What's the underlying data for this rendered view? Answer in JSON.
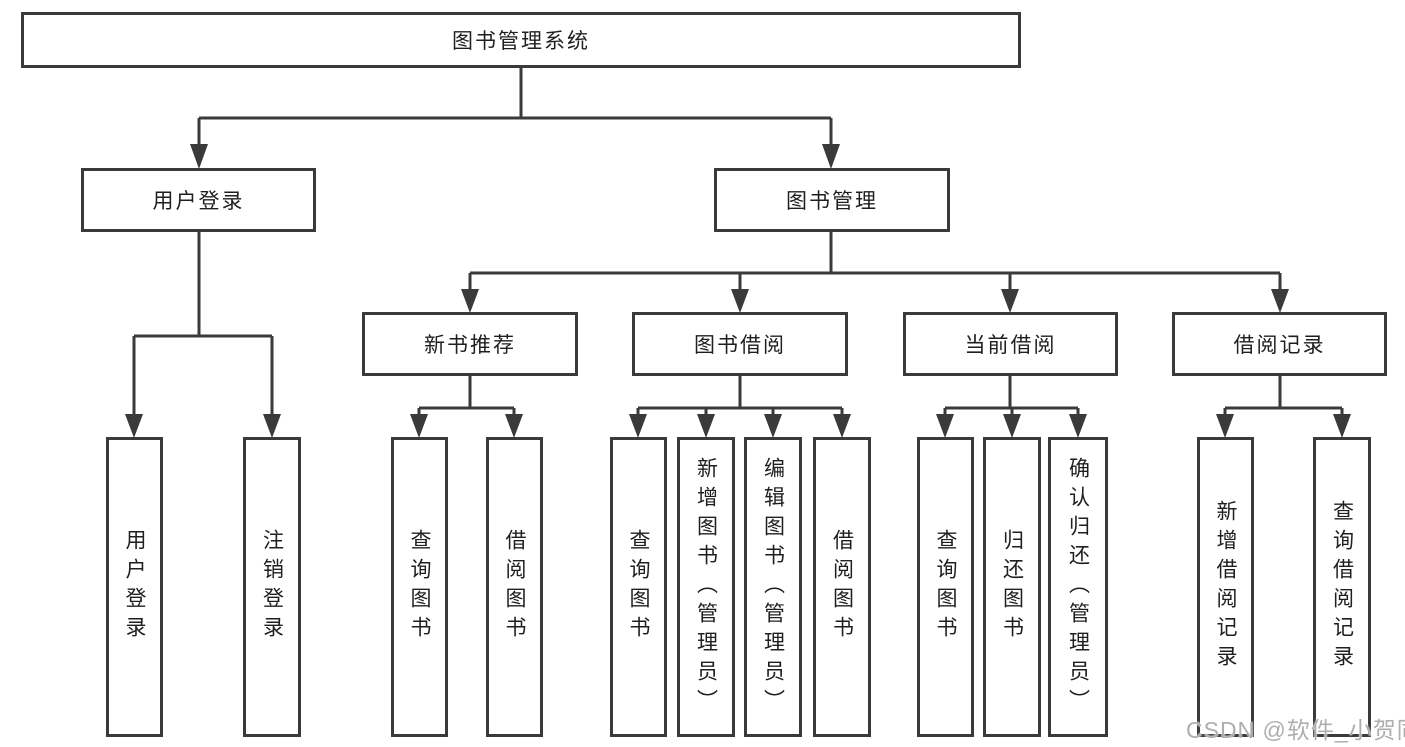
{
  "diagram": {
    "title": "图书管理系统",
    "level2": {
      "user_login": "用户登录",
      "book_mgmt": "图书管理"
    },
    "level3": {
      "new_books": "新书推荐",
      "book_borrow": "图书借阅",
      "current_borrow": "当前借阅",
      "borrow_records": "借阅记录"
    },
    "leaves": {
      "user_login": [
        "用户登录",
        "注销登录"
      ],
      "new_books": [
        "查询图书",
        "借阅图书"
      ],
      "book_borrow": [
        "查询图书",
        "新增图书（管理员）",
        "编辑图书（管理员）",
        "借阅图书"
      ],
      "current_borrow": [
        "查询图书",
        "归还图书",
        "确认归还（管理员）"
      ],
      "borrow_records": [
        "新增借阅记录",
        "查询借阅记录"
      ]
    }
  },
  "watermark": "CSDN @软件_小贺同学",
  "colors": {
    "line": "#3a3a3a",
    "text": "#1f1f1f",
    "box_background": "#ffffff",
    "page_background": "#ffffff",
    "watermark": "#aeaeae"
  }
}
